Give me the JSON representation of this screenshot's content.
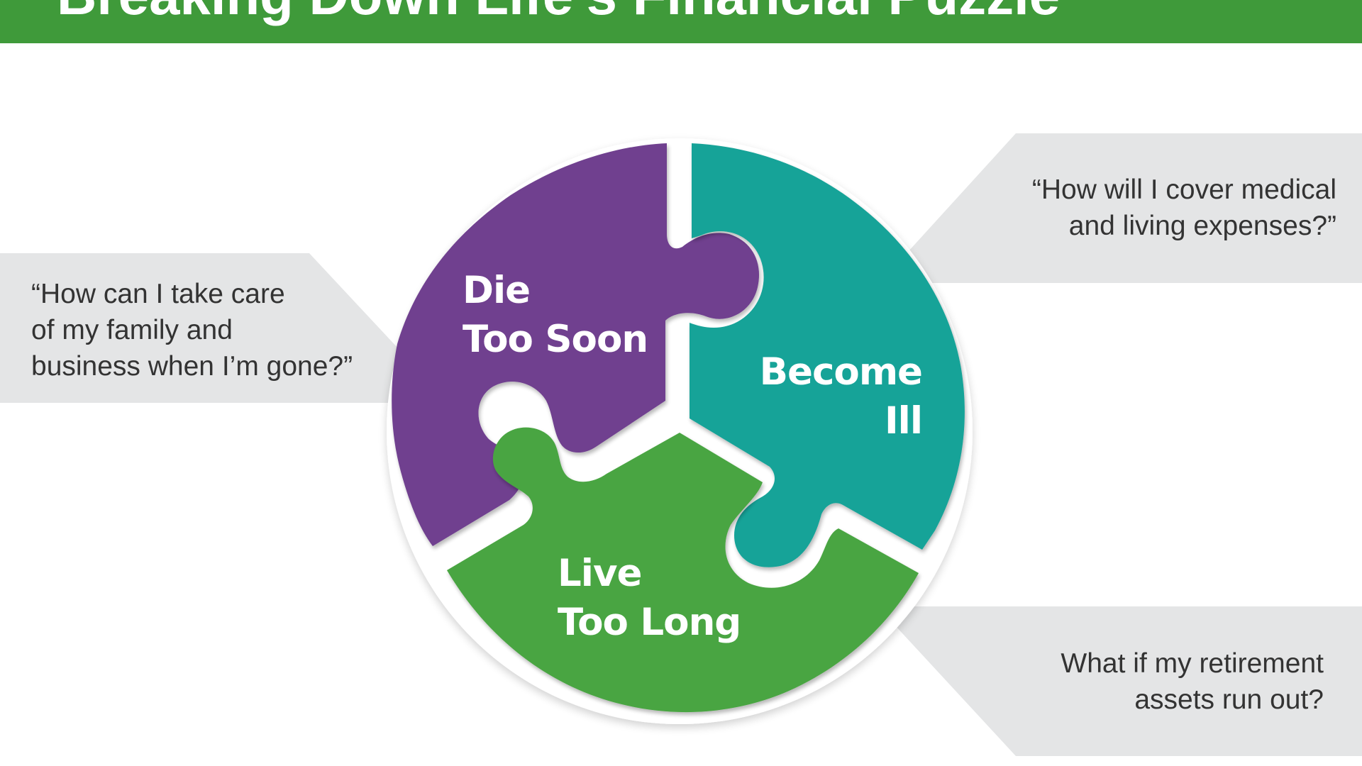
{
  "header": {
    "title": "Breaking Down Life's Financial Puzzle",
    "background_color": "#3f9a3a"
  },
  "puzzle": {
    "pieces": [
      {
        "id": "die",
        "lines": [
          "Die",
          "Too Soon"
        ],
        "color": "#6f3f8f"
      },
      {
        "id": "ill",
        "lines": [
          "Become",
          "Ill"
        ],
        "color": "#17a398"
      },
      {
        "id": "live",
        "lines": [
          "Live",
          "Too Long"
        ],
        "color": "#4aa542"
      }
    ]
  },
  "callouts": {
    "left": {
      "lines": [
        "“How  can I take care",
        "of my family  and",
        "business when  I’m gone?”"
      ],
      "background_color": "#e4e5e6"
    },
    "top_right": {
      "lines": [
        "“How  will I cover  medical",
        "and  living  expenses?”"
      ],
      "background_color": "#e4e5e6"
    },
    "bottom_right": {
      "lines": [
        "What if my retirement",
        "assets run  out?"
      ],
      "background_color": "#e4e5e6"
    }
  }
}
